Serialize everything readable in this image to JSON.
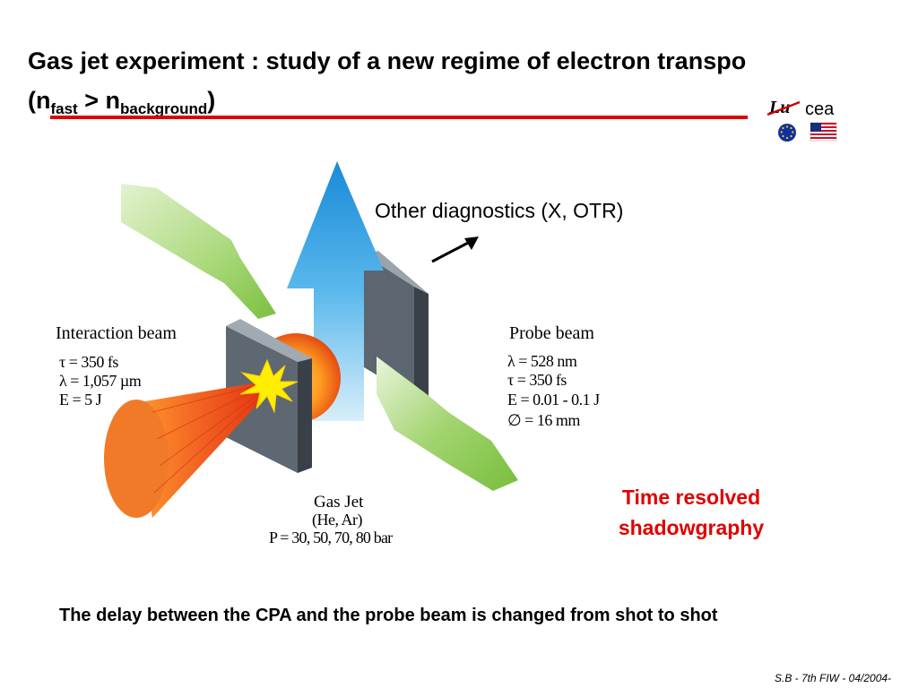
{
  "title": {
    "line1": "Gas jet experiment : study of a new regime of electron transpo",
    "line2_open": "(n",
    "sub_fast": "fast",
    "mid": " > n",
    "sub_background": "background",
    "line2_close": ")"
  },
  "logos": {
    "luli_text": "Lu",
    "cea_text": "cea"
  },
  "diagram": {
    "other_diagnostics": "Other diagnostics (X, OTR)",
    "interaction_beam": {
      "label": "Interaction beam",
      "tau": "τ = 350 fs",
      "lambda": "λ = 1,057 µm",
      "energy": "E = 5 J"
    },
    "probe_beam": {
      "label": "Probe beam",
      "lambda": "λ = 528 nm",
      "tau": "τ = 350 fs",
      "energy": "E = 0.01 - 0.1 J",
      "diameter": "∅ = 16 mm"
    },
    "gas_jet": {
      "label": "Gas Jet",
      "gases": "(He, Ar)",
      "pressure": "P = 30, 50, 70, 80 bar"
    },
    "shadowgraphy": {
      "line1": "Time resolved",
      "line2": "shadowgraphy"
    }
  },
  "bottom_text": "The delay  between the CPA and the probe beam is changed from shot to shot",
  "footer": "S.B - 7th FIW - 04/2004-",
  "colors": {
    "title_rule": "#e00000",
    "highlight": "#e00000",
    "green_beam": "#8cc850",
    "blue_beam": "#2a9ce0",
    "panel": "#5a6470"
  }
}
